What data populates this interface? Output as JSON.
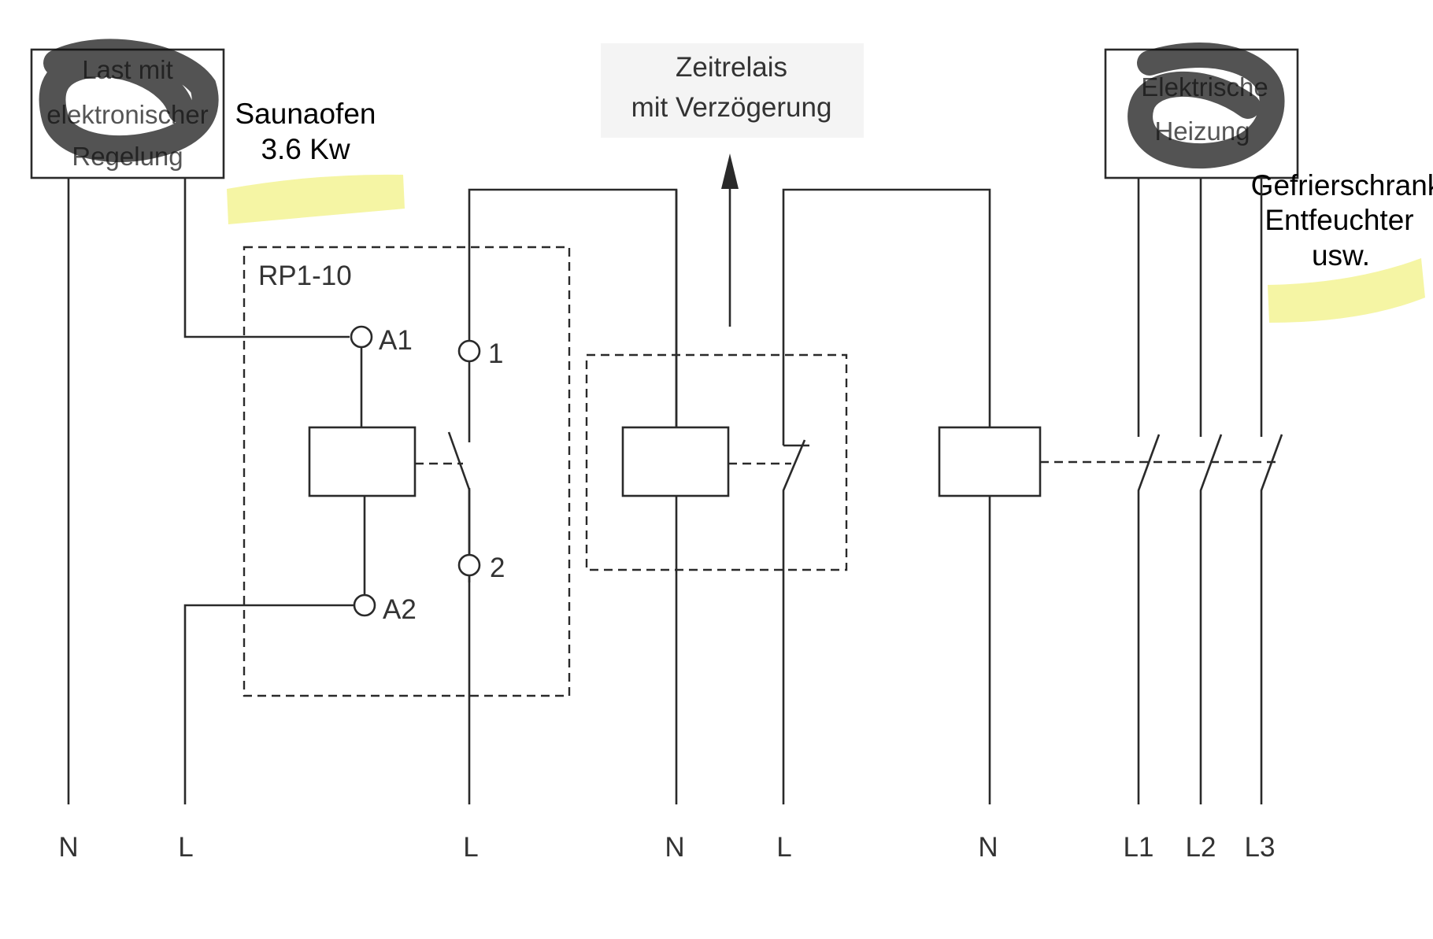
{
  "top_left_box": {
    "lines": [
      "Last mit",
      "elektronischer",
      "Regelung"
    ]
  },
  "top_right_box": {
    "lines": [
      "Elektrische",
      "Heizung"
    ]
  },
  "note_sauna": {
    "lines": [
      "Saunaofen",
      "3.6 Kw"
    ]
  },
  "note_freezer": {
    "lines": [
      "Gefrierschrank",
      "Entfeuchter",
      "usw."
    ]
  },
  "timer_relay": {
    "lines": [
      "Zeitrelais",
      "mit Verzögerung"
    ]
  },
  "module_label": "RP1-10",
  "terminals": {
    "a1": "A1",
    "a2": "A2",
    "t1": "1",
    "t2": "2"
  },
  "conductors": [
    "N",
    "L",
    "L",
    "N",
    "L",
    "N",
    "L1",
    "L2",
    "L3"
  ],
  "colors": {
    "line": "#2a2a2a",
    "highlight": "#f2f27a",
    "scribble": "#111111"
  }
}
